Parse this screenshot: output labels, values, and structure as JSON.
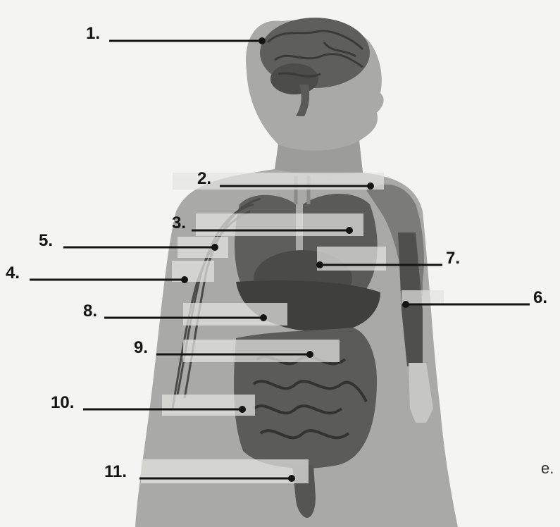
{
  "colors": {
    "background": "#f4f4f2",
    "body": "#a9a9a7",
    "organ": "#5e5e5c",
    "organ_dark": "#3f3f3e",
    "label_box": "#dcdcda",
    "leader_line": "#141414"
  },
  "labels": [
    {
      "id": 1,
      "text": "1."
    },
    {
      "id": 2,
      "text": "2."
    },
    {
      "id": 3,
      "text": "3."
    },
    {
      "id": 4,
      "text": "4."
    },
    {
      "id": 5,
      "text": "5."
    },
    {
      "id": 6,
      "text": "6."
    },
    {
      "id": 7,
      "text": "7."
    },
    {
      "id": 8,
      "text": "8."
    },
    {
      "id": 9,
      "text": "9."
    },
    {
      "id": 10,
      "text": "10."
    },
    {
      "id": 11,
      "text": "11."
    }
  ],
  "edge_text": "e."
}
